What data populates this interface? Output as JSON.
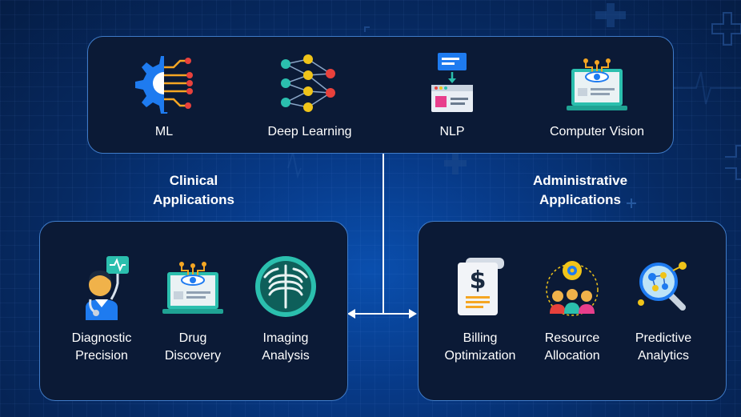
{
  "top": {
    "items": [
      {
        "label": "ML",
        "icon": "gear-circuit-icon"
      },
      {
        "label": "Deep Learning",
        "icon": "neural-network-icon"
      },
      {
        "label": "NLP",
        "icon": "text-processing-icon"
      },
      {
        "label": "Computer Vision",
        "icon": "laptop-eye-icon"
      }
    ]
  },
  "clinical": {
    "heading_line1": "Clinical",
    "heading_line2": "Applications",
    "items": [
      {
        "line1": "Diagnostic",
        "line2": "Precision",
        "icon": "doctor-stethoscope-icon"
      },
      {
        "line1": "Drug",
        "line2": "Discovery",
        "icon": "laptop-eye-icon"
      },
      {
        "line1": "Imaging",
        "line2": "Analysis",
        "icon": "chest-xray-icon"
      }
    ]
  },
  "administrative": {
    "heading_line1": "Administrative",
    "heading_line2": "Applications",
    "items": [
      {
        "line1": "Billing",
        "line2": "Optimization",
        "icon": "invoice-dollar-icon"
      },
      {
        "line1": "Resource",
        "line2": "Allocation",
        "icon": "team-gear-icon"
      },
      {
        "line1": "Predictive",
        "line2": "Analytics",
        "icon": "magnifier-data-icon"
      }
    ]
  },
  "colors": {
    "panel_bg": "#0b1a36",
    "panel_border": "#3f7bc8",
    "background": "#073a88",
    "accent_blue": "#1e7bf0",
    "accent_red": "#e8413c",
    "accent_teal": "#2bbfae"
  }
}
